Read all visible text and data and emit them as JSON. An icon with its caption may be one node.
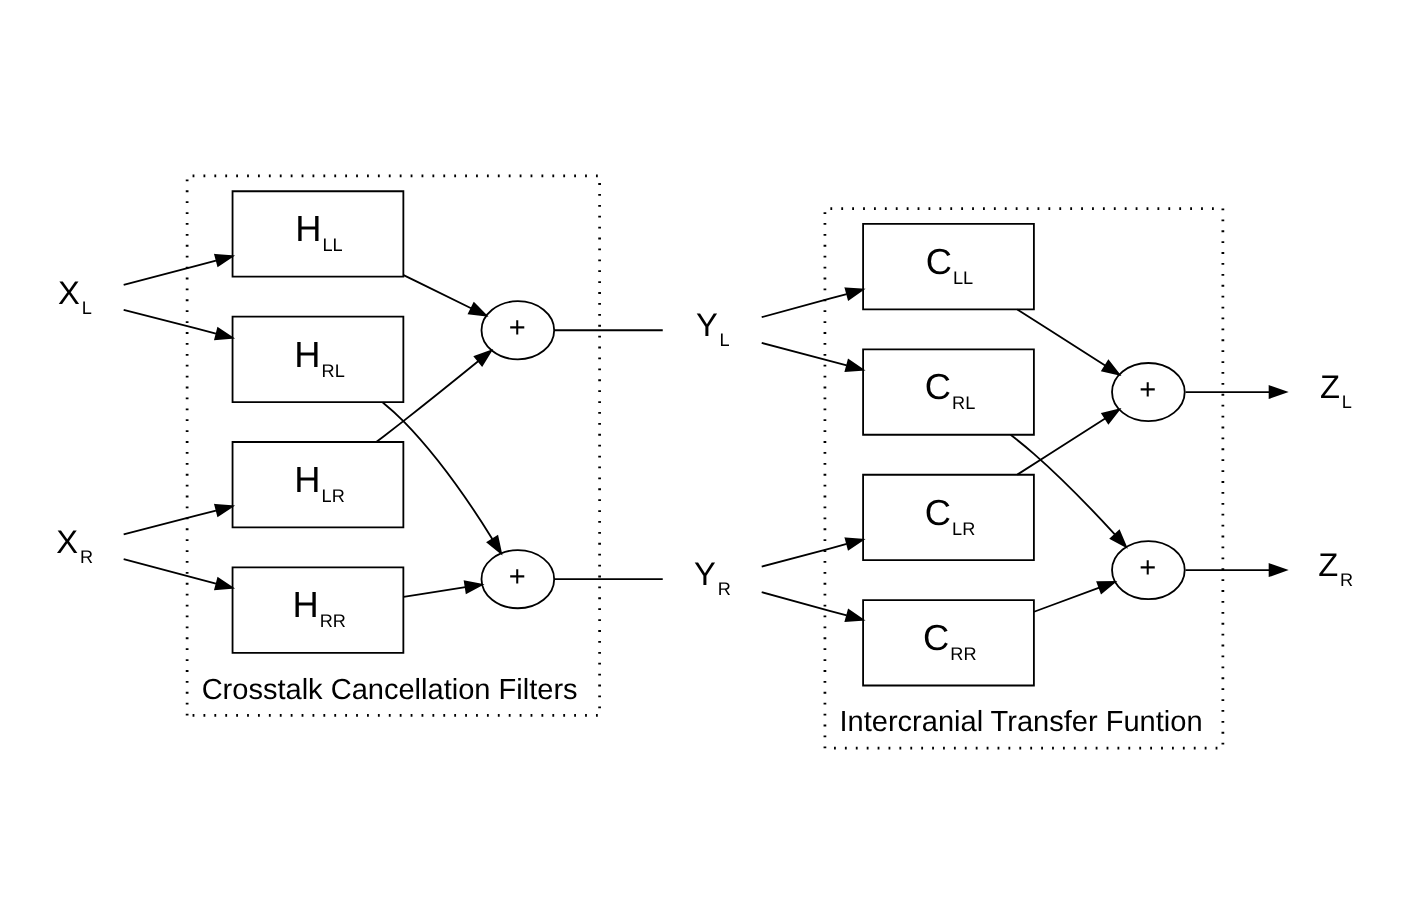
{
  "diagram": {
    "nodes": [
      {
        "text": [
          "X$_{L}$"
        ]
      },
      {
        "text": [
          "X$_{R}$"
        ]
      },
      {
        "text": [
          "Crosstalk Cancellation Filters"
        ]
      },
      {
        "text": [
          "H$_{LL}$"
        ],
        "in": 2
      },
      {
        "text": [
          "H$_{RL}$"
        ],
        "in": 2
      },
      {
        "text": [
          "H$_{LR}$"
        ],
        "in": 2
      },
      {
        "text": [
          "H$_{RR}$"
        ],
        "in": 2
      },
      {
        "text": [
          "+"
        ],
        "in": 2
      },
      {
        "text": [
          "+"
        ],
        "in": 2
      },
      {
        "text": [
          "Y$_{L}$"
        ]
      },
      {
        "text": [
          "Y$_{R}$"
        ]
      },
      {
        "text": [
          "Intercranial Transfer Funtion"
        ]
      },
      {
        "text": [
          "C$_{LL}$"
        ],
        "in": 11
      },
      {
        "text": [
          "C$_{RL}$"
        ],
        "in": 11
      },
      {
        "text": [
          "C$_{LR}$"
        ],
        "in": 11
      },
      {
        "text": [
          "C$_{RR}$"
        ],
        "in": 11
      },
      {
        "text": [
          "+"
        ],
        "in": 11
      },
      {
        "text": [
          "+"
        ],
        "in": 11
      },
      {
        "text": [
          "Z$_{L}$"
        ]
      },
      {
        "text": [
          "Z$_{R}$"
        ]
      }
    ],
    "edges": [
      {
        "from": 0,
        "to": 3,
        "arrow": "to"
      },
      {
        "from": 0,
        "to": 4,
        "arrow": "to"
      },
      {
        "from": 1,
        "to": 5,
        "arrow": "to"
      },
      {
        "from": 1,
        "to": 6,
        "arrow": "to"
      },
      {
        "from": 3,
        "to": 7,
        "arrow": "to"
      },
      {
        "from": 5,
        "to": 7,
        "arrow": "to"
      },
      {
        "from": 4,
        "to": 8,
        "arrow": "to"
      },
      {
        "from": 6,
        "to": 8,
        "arrow": "to"
      },
      {
        "from": 7,
        "to": 9,
        "arrow": "none"
      },
      {
        "from": 8,
        "to": 10,
        "arrow": "none"
      },
      {
        "from": 9,
        "to": 12,
        "arrow": "to"
      },
      {
        "from": 9,
        "to": 13,
        "arrow": "to"
      },
      {
        "from": 10,
        "to": 14,
        "arrow": "to"
      },
      {
        "from": 10,
        "to": 15,
        "arrow": "to"
      },
      {
        "from": 12,
        "to": 16,
        "arrow": "to"
      },
      {
        "from": 14,
        "to": 16,
        "arrow": "to"
      },
      {
        "from": 13,
        "to": 17,
        "arrow": "to"
      },
      {
        "from": 15,
        "to": 17,
        "arrow": "to"
      },
      {
        "from": 16,
        "to": 18,
        "arrow": "to"
      },
      {
        "from": 17,
        "to": 19,
        "arrow": "to"
      }
    ]
  }
}
